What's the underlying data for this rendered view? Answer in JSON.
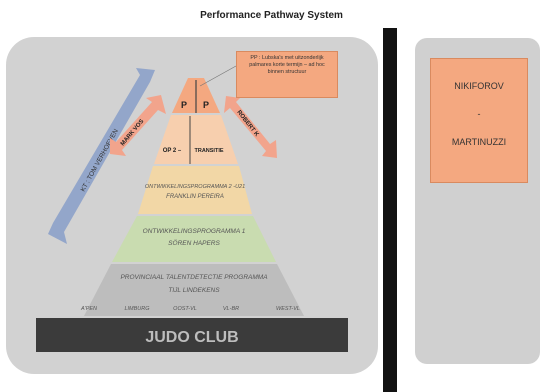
{
  "title": "Performance Pathway System",
  "callout": "PP : Lubska's met uitzonderlijk palmares korte termijn – ad hoc binnen structuur",
  "arrows": {
    "long": "KT : TOM VERHOEVEN",
    "left": "MARK VOS",
    "right": "ROBERT K"
  },
  "pyramid": {
    "pp_left": "P",
    "pp_right": "P",
    "op2": "OP 2 –",
    "transitie": "TRANSITIE",
    "level3_line1": "ONTWIKKELINGSPROGRAMMA 2 -U21",
    "level3_line2": "FRANKLIN PEREIRA",
    "level4_line1": "ONTWIKKELINGSPROGRAMMA 1",
    "level4_line2": "SÖREN HAPERS",
    "level5_line1": "PROVINCIAAL TALENTDETECTIE PROGRAMMA",
    "level5_line2": "TIJL LINDEKENS",
    "provinces": [
      "A'PEN",
      "LIMBURG",
      "OOST-VL",
      "VL-BR",
      "WEST-VL"
    ],
    "base": "JUDO CLUB"
  },
  "right_panel": {
    "name1": "NIKIFOROV",
    "sep": "-",
    "name2": "MARTINUZZI"
  },
  "colors": {
    "panel": "#d2d2d2",
    "apex": "#f4a880",
    "op2": "#f7cfae",
    "level3": "#f2d7a6",
    "level4": "#c9dcb0",
    "level5": "#bdbdbd",
    "base": "#3b3b3b",
    "blue_arrow": "#8fa3c9",
    "pink_arrow": "#f2a48c"
  }
}
